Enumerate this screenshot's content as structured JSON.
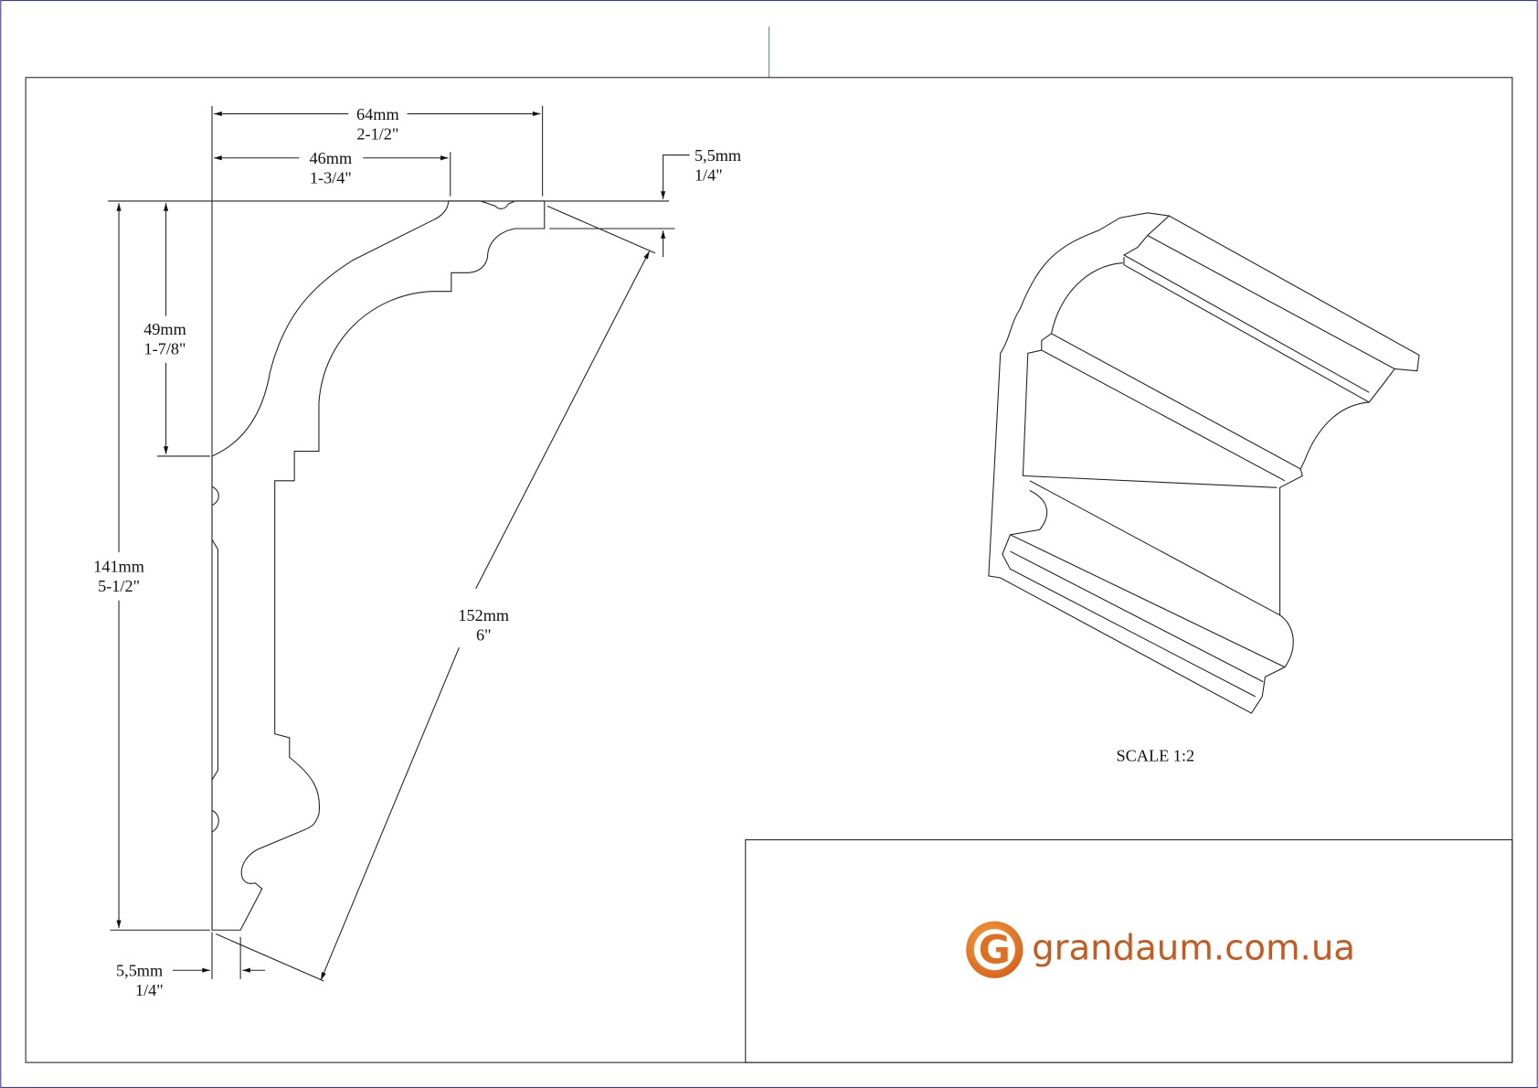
{
  "drawing": {
    "dimensions": {
      "width_total": {
        "mm": "64mm",
        "inch": "2-1/2\""
      },
      "width_top": {
        "mm": "46mm",
        "inch": "1-3/4\""
      },
      "top_lip": {
        "mm": "5,5mm",
        "inch": "1/4\""
      },
      "upper_height": {
        "mm": "49mm",
        "inch": "1-7/8\""
      },
      "total_height": {
        "mm": "141mm",
        "inch": "5-1/2\""
      },
      "diagonal": {
        "mm": "152mm",
        "inch": "6\""
      },
      "bottom_lip": {
        "mm": "5,5mm",
        "inch": "1/4\""
      }
    },
    "scale_label": "SCALE  1:2"
  },
  "title_block": {
    "logo_letter": "G",
    "brand": "grandaum.com.ua",
    "brand_color": "#c85a1e"
  }
}
